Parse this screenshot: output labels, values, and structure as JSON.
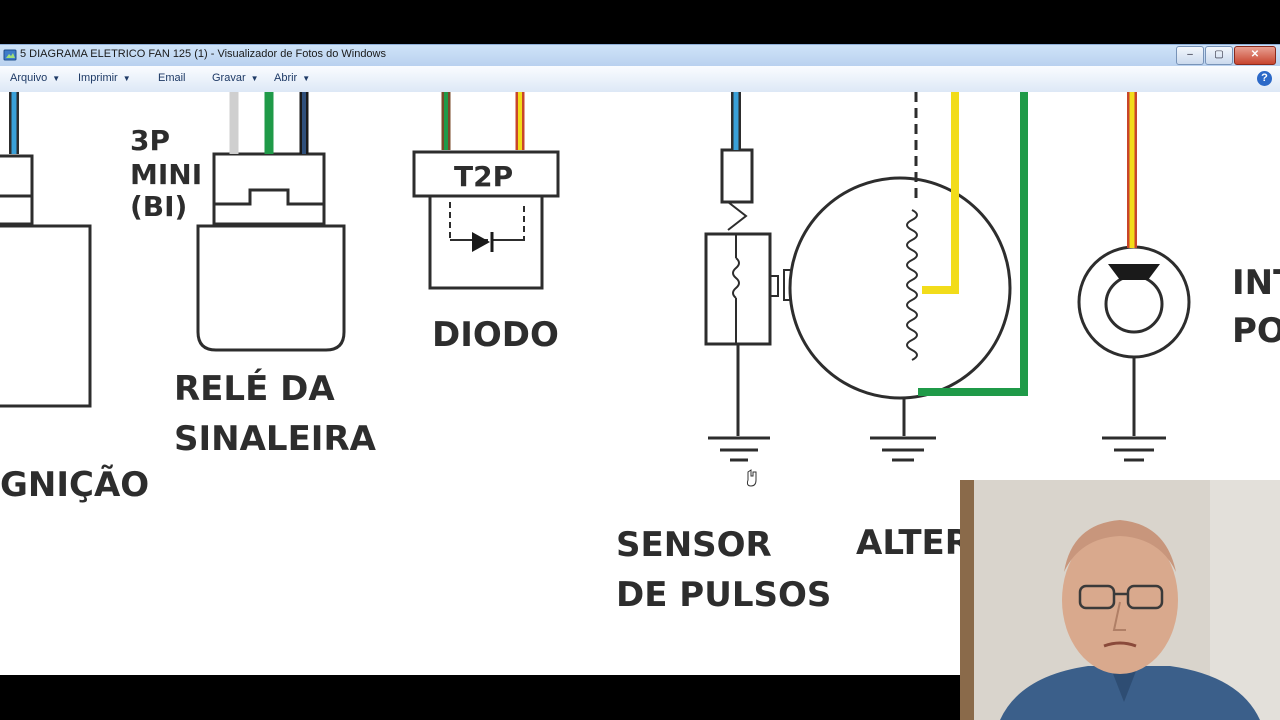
{
  "window": {
    "title": "5 DIAGRAMA ELETRICO FAN 125 (1) - Visualizador de Fotos do Windows",
    "controls": {
      "minimize": "–",
      "maximize": "▢",
      "close": "✕"
    }
  },
  "menu": {
    "items": [
      {
        "label": "Arquivo"
      },
      {
        "label": "Imprimir"
      },
      {
        "label": "Email"
      },
      {
        "label": "Gravar"
      },
      {
        "label": "Abrir"
      }
    ],
    "help": "?"
  },
  "diagram": {
    "connector_3p": "3P",
    "connector_mini": "MINI",
    "connector_bi": "(BI)",
    "t2p": "T2P",
    "diodo": "DIODO",
    "rele_line1": "RELÉ DA",
    "rele_line2": "SINALEIRA",
    "ignicao": "GNIÇÃO",
    "sensor_line1": "SENSOR",
    "sensor_line2": "DE PULSOS",
    "alter": "ALTER",
    "int": "INT",
    "po": "PO"
  },
  "colors": {
    "wire_blue": "#3aa0d8",
    "wire_green": "#1f9a48",
    "wire_yellow": "#f2dc1a",
    "wire_black": "#1a1a1a",
    "wire_white": "#cfcfcf",
    "wire_brown": "#7a4a2a",
    "wire_red": "#c8452a",
    "ink": "#2d2d2d"
  },
  "webcam": {
    "description_icon": "webcam-overlay"
  }
}
